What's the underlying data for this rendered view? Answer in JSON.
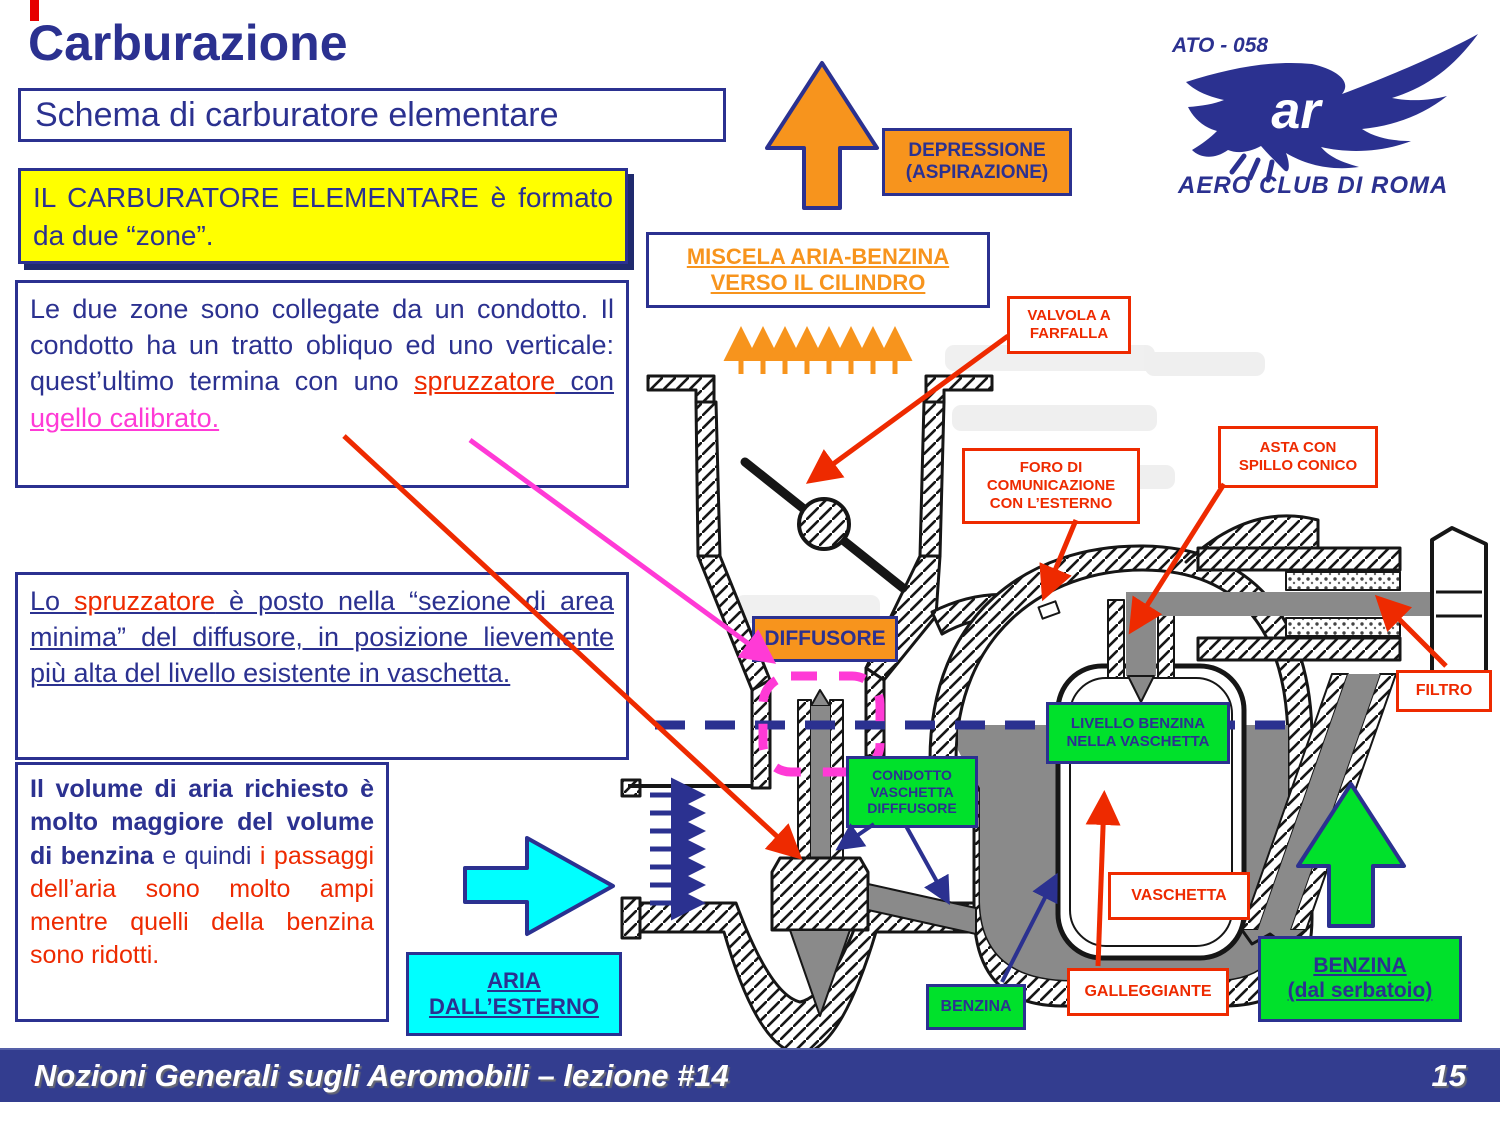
{
  "slide": {
    "title": "Carburazione",
    "subtitle": "Schema di carburatore elementare"
  },
  "logo": {
    "ato": "ATO - 058",
    "club": "AERO CLUB DI ROMA",
    "monogram": "ar"
  },
  "notes": {
    "note1": "IL CARBURATORE ELEMENTARE è formato da due “zone”.",
    "note2_blue1": "Le due zone sono collegate da un condotto. Il condotto ha un tratto obliquo ed uno verticale: quest’ultimo termina con uno ",
    "note2_red": "spruzzatore",
    "note2_blue2": " con ",
    "note2_magenta": "ugello calibrato.",
    "note3_blue1": "Lo ",
    "note3_red": "spruzzatore",
    "note3_blue2": " è posto nella “sezione di area minima” del diffusore, in posizione lievemente più alta del livello esistente in vaschetta.",
    "note4_bold": "Il volume di aria richiesto è molto maggiore del volume di benzina",
    "note4_blue": " e quindi ",
    "note4_red": "i passaggi dell’aria sono molto ampi mentre quelli della benzina sono ridotti."
  },
  "labels": {
    "depressione1": "DEPRESSIONE",
    "depressione2": "(ASPIRAZIONE)",
    "miscela1": "MISCELA ARIA-BENZINA",
    "miscela2": "VERSO IL CILINDRO",
    "valvola1": "VALVOLA A",
    "valvola2": "FARFALLA",
    "foro1": "FORO DI",
    "foro2": "COMUNICAZIONE",
    "foro3": "CON L’ESTERNO",
    "asta1": "ASTA CON",
    "asta2": "SPILLO CONICO",
    "filtro": "FILTRO",
    "diffusore": "DIFFUSORE",
    "livello1": "LIVELLO BENZINA",
    "livello2": "NELLA VASCHETTA",
    "condotto1": "CONDOTTO",
    "condotto2": "VASCHETTA",
    "condotto3": "DIFFFUSORE",
    "vaschetta": "VASCHETTA",
    "galleggiante": "GALLEGGIANTE",
    "benzina": "BENZINA",
    "aria1": "ARIA",
    "aria2": "DALL’ESTERNO",
    "serbatoio1": "BENZINA",
    "serbatoio2": "(dal serbatoio)"
  },
  "footer": {
    "left": "Nozioni Generali sugli Aeromobili – lezione #14",
    "page": "15"
  },
  "colors": {
    "accent_blue": "#2b3190",
    "red": "#ee2a00",
    "orange": "#f7941d",
    "green": "#00e12b",
    "cyan": "#00ffff",
    "magenta": "#ff3ad6",
    "yellow": "#ffff00",
    "footer_bg": "#333d8f"
  }
}
